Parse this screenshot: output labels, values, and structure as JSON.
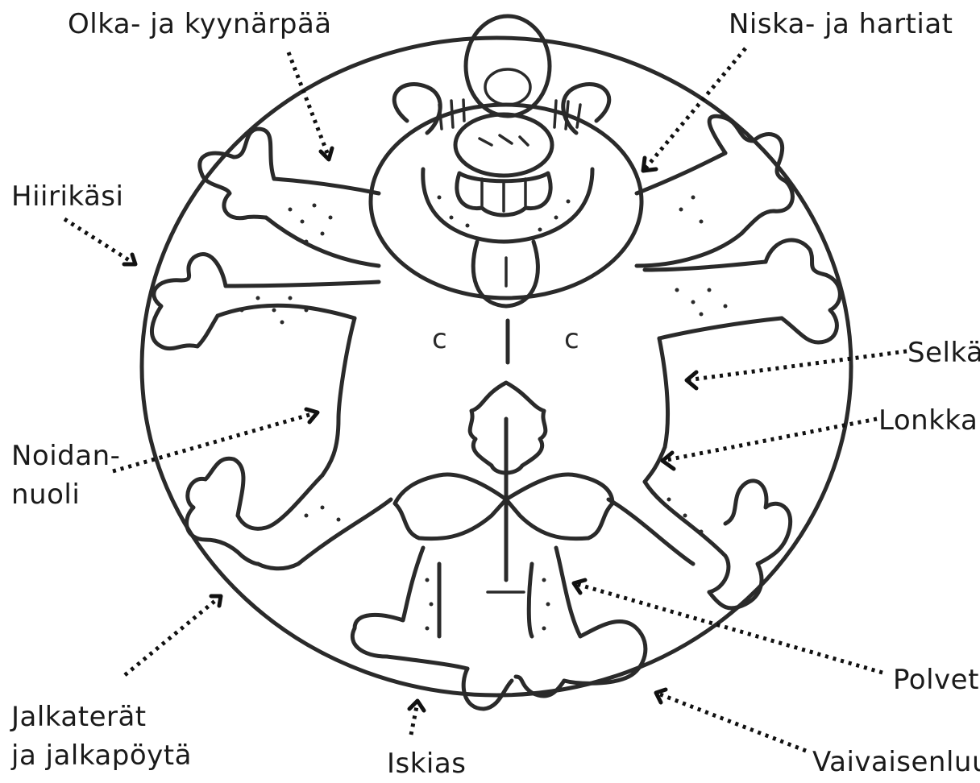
{
  "labels": {
    "olka": "Olka- ja kyynärpää",
    "niska": "Niska- ja hartiat",
    "hiirikasi": "Hiirikäsi",
    "selka": "Selkä",
    "lonkka": "Lonkka",
    "noidannuoli_1": "Noidan-",
    "noidannuoli_2": "nuoli",
    "polvet": "Polvet",
    "jalkaterat_1": "Jalkaterät",
    "jalkaterat_2": "ja jalkapöytä",
    "iskias": "Iskias",
    "vaivaisenluu": "Vaivaisenluu"
  },
  "colors": {
    "ink": "#2a2a2a",
    "label": "#1a1a1a",
    "background": "#ffffff"
  }
}
